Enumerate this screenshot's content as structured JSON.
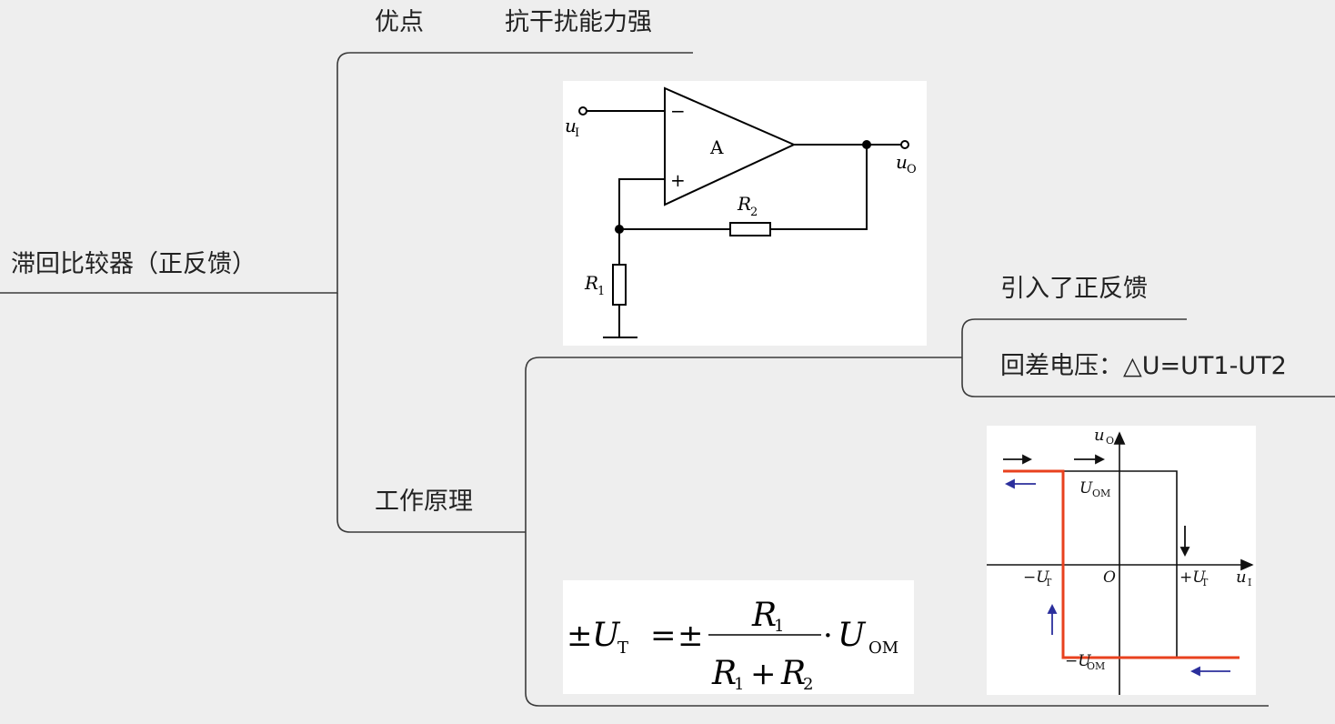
{
  "mindmap": {
    "root": "滞回比较器（正反馈）",
    "branch_advantage": {
      "label": "优点",
      "value": "抗干扰能力强"
    },
    "branch_principle": {
      "label": "工作原理",
      "sub_items": [
        "引入了正反馈",
        "回差电压：△U=UT1-UT2"
      ]
    }
  },
  "circuit": {
    "input_label": "u",
    "input_sub": "I",
    "output_label": "u",
    "output_sub": "O",
    "amp_label": "A",
    "minus": "−",
    "plus": "+",
    "r1": "R",
    "r1_sub": "1",
    "r2": "R",
    "r2_sub": "2"
  },
  "formula": {
    "lhs_pm": "±",
    "lhs_var": "U",
    "lhs_sub": "T",
    "eq": "=",
    "rhs_pm": "±",
    "num": "R",
    "num_sub": "1",
    "den_a": "R",
    "den_a_sub": "1",
    "den_plus": "+",
    "den_b": "R",
    "den_b_sub": "2",
    "dot": "·",
    "rhs_var": "U",
    "rhs_sub": "OM"
  },
  "hysteresis": {
    "y_axis": "u",
    "y_axis_sub": "O",
    "x_axis": "u",
    "x_axis_sub": "I",
    "origin": "O",
    "uom_pos": "U",
    "uom_pos_sub": "OM",
    "uom_neg": "−U",
    "uom_neg_sub": "OM",
    "ut_neg": "−U",
    "ut_neg_sub": "T",
    "ut_pos": "+U",
    "ut_pos_sub": "T",
    "colors": {
      "highlight": "#e8411e",
      "arrow_blue": "#2b2f9c",
      "line": "#111111"
    }
  }
}
